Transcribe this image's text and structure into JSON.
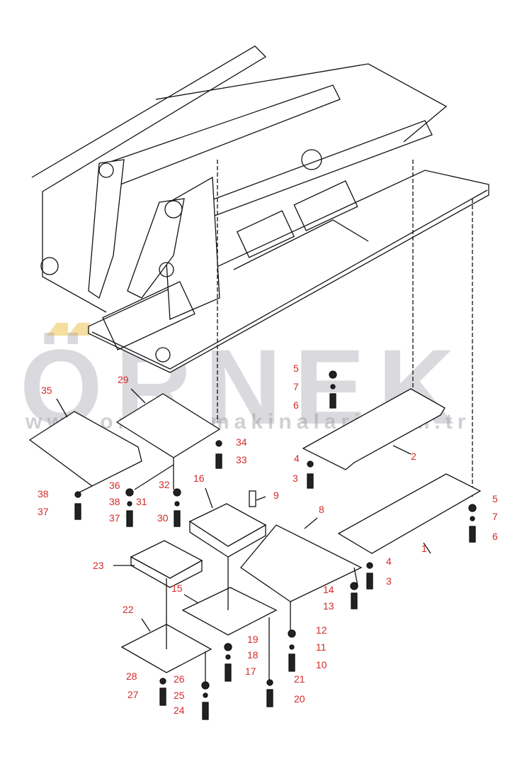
{
  "watermark": {
    "brand": "ÖRNEK",
    "url": "www.ornekismakinalari.com.tr"
  },
  "colors": {
    "label": "#d42a2a",
    "line": "#111111",
    "watermark": "#9696a0"
  },
  "callouts": [
    "35",
    "29",
    "5",
    "7",
    "6",
    "34",
    "33",
    "2",
    "4",
    "3",
    "16",
    "9",
    "8",
    "38",
    "36",
    "32",
    "31",
    "38",
    "37",
    "37",
    "30",
    "5",
    "7",
    "6",
    "1",
    "23",
    "15",
    "4",
    "14",
    "3",
    "13",
    "22",
    "12",
    "19",
    "11",
    "18",
    "10",
    "17",
    "21",
    "28",
    "26",
    "20",
    "27",
    "25",
    "24"
  ]
}
